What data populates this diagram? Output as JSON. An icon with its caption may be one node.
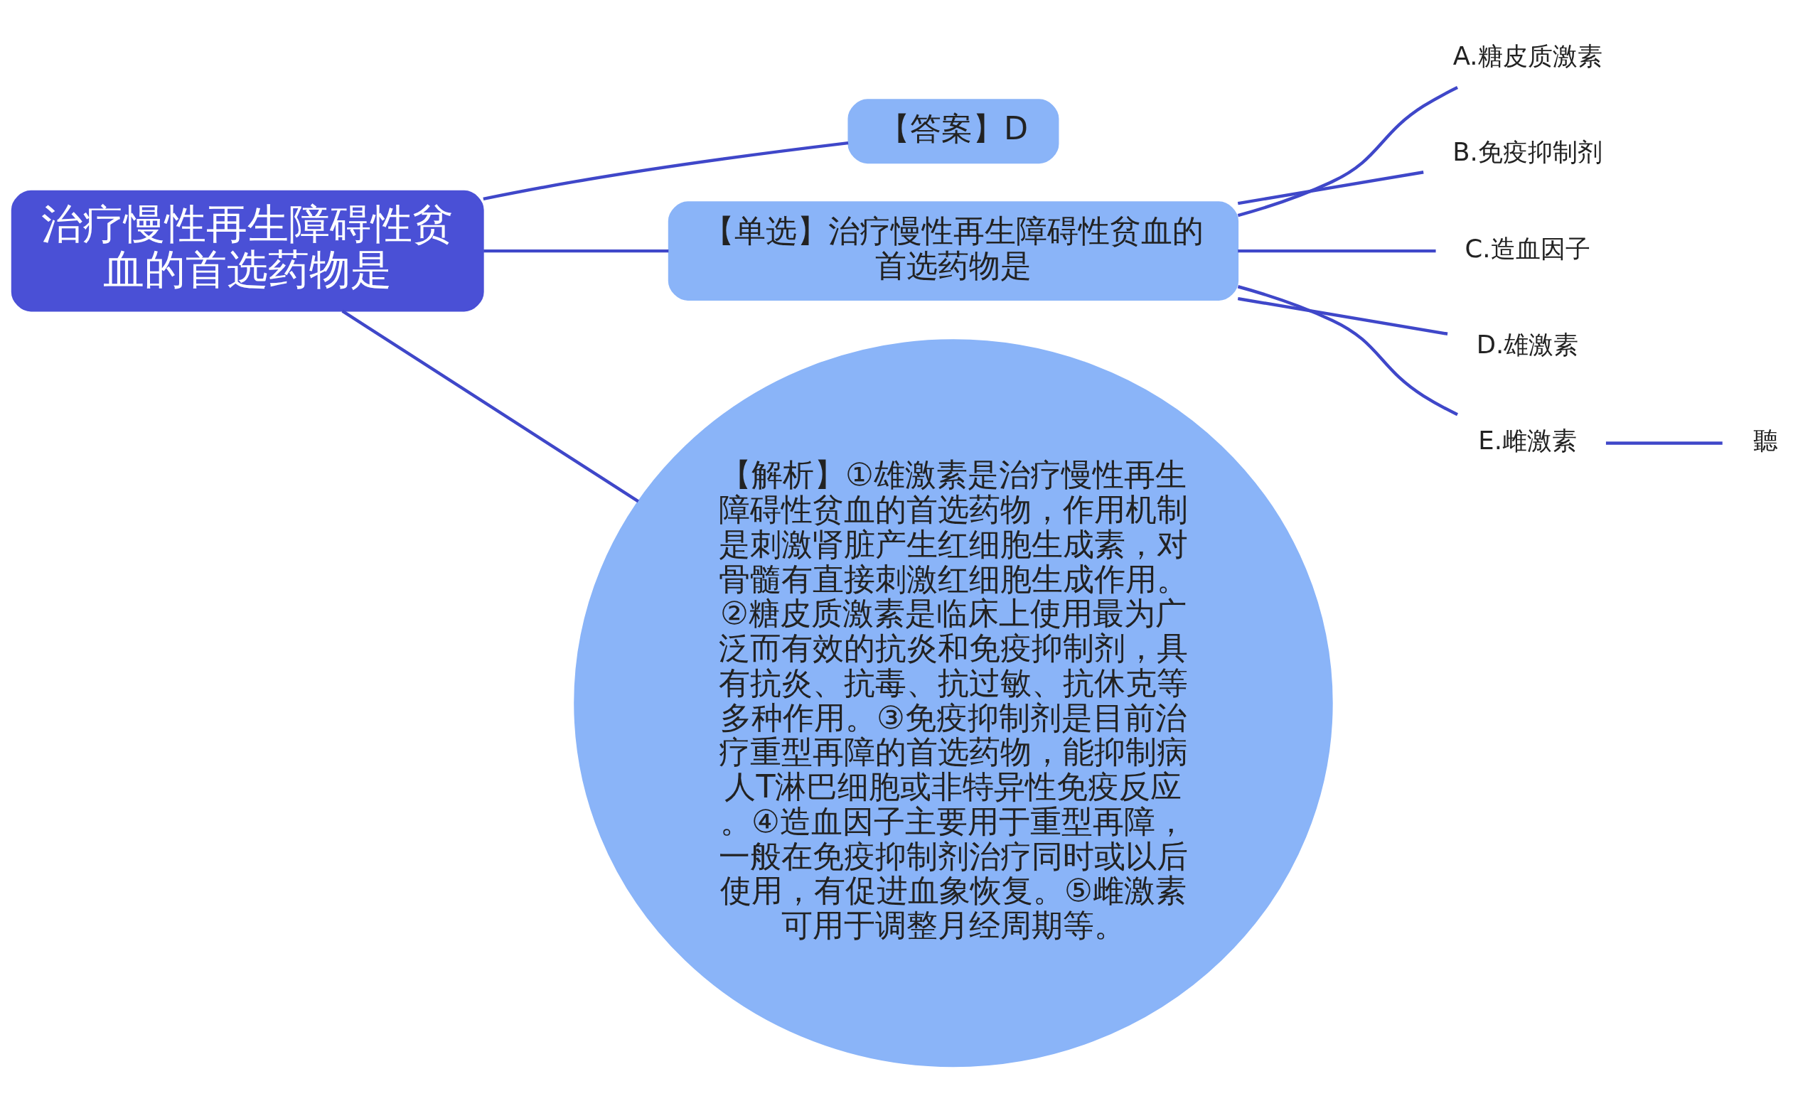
{
  "diagram": {
    "nodes": [
      {
        "text": [
          "治疗慢性再生障碍性贫血的首选药物是"
        ]
      },
      {
        "text": [
          "【答案】D"
        ]
      },
      {
        "text": [
          "【单选】治疗慢性再生障碍性贫血的首选药物是"
        ]
      },
      {
        "text": [
          "A.糖皮质激素"
        ]
      },
      {
        "text": [
          "B.免疫抑制剂"
        ]
      },
      {
        "text": [
          "C.造血因子"
        ]
      },
      {
        "text": [
          "D.雄激素"
        ]
      },
      {
        "text": [
          "E.雌激素"
        ]
      },
      {
        "text": [
          "聽"
        ]
      },
      {
        "text": [
          "【解析】①雄激素是治疗慢性再生障碍性贫血的首选药物，作用机制是刺激肾脏产生红细胞生成素，对骨髓有直接刺激红细胞生成作用。②糖皮质激素是临床上使用最为广泛而有效的抗炎和免疫抑制剂，具有抗炎、抗毒、抗过敏、抗休克等多种作用。③免疫抑制剂是目前治疗重型再障的首选药物，能抑制病人T淋巴细胞或非特异性免疫反应。④造血因子主要用于重型再障，一般在免疫抑制剂治疗同时或以后使用，有促进血象恢复。⑤雌激素可用于调整月经周期等。"
        ]
      }
    ],
    "edges": [
      {
        "from": 0,
        "to": 1,
        "arrow": "none"
      },
      {
        "from": 0,
        "to": 2,
        "arrow": "none"
      },
      {
        "from": 2,
        "to": 3,
        "arrow": "none"
      },
      {
        "from": 2,
        "to": 4,
        "arrow": "none"
      },
      {
        "from": 2,
        "to": 5,
        "arrow": "none"
      },
      {
        "from": 2,
        "to": 6,
        "arrow": "none"
      },
      {
        "from": 2,
        "to": 7,
        "arrow": "none"
      },
      {
        "from": 7,
        "to": 8,
        "arrow": "none"
      },
      {
        "from": 0,
        "to": 9,
        "arrow": "none"
      }
    ]
  }
}
